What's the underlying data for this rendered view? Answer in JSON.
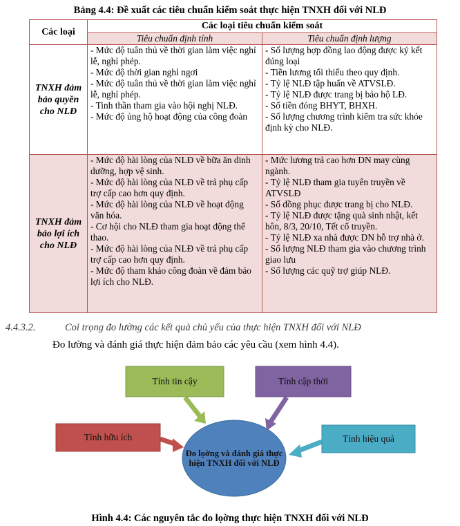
{
  "table": {
    "title": "Bảng 4.4: Đề xuất các tiêu chuẩn kiểm soát thực hiện TNXH đối với NLĐ",
    "col_category": "Các loại",
    "col_group": "Các loại tiêu chuẩn kiểm soát",
    "col_qualitative": "Tiêu chuẩn định tính",
    "col_quantitative": "Tiêu chuẩn định lượng",
    "rows": [
      {
        "category": "TNXH đảm bảo quyền cho NLĐ",
        "qualitative": [
          "- Mức độ tuân thủ về thời gian làm việc nghỉ lễ, nghỉ phép.",
          "- Mức độ thời gian nghỉ ngơi",
          "- Mức độ tuân thủ về thời gian làm việc nghỉ lễ, nghỉ phép.",
          "- Tinh thần tham gia vào hội nghị NLĐ.",
          "- Mức độ ủng hộ hoạt động của công đoàn"
        ],
        "quantitative": [
          "- Số lượng hợp đồng lao động được ký kết đúng loại",
          "- Tiền lương tối thiểu theo quy định.",
          "- Tỷ lệ NLĐ tập huấn về ATVSLĐ.",
          "- Tỷ lệ NLĐ được trang bị bảo hộ LĐ.",
          "- Số tiền đóng BHYT, BHXH.",
          "- Số lượng chương trình kiểm tra sức khỏe định kỳ cho NLĐ."
        ]
      },
      {
        "category": "TNXH đảm bảo lợi ích cho NLĐ",
        "qualitative": [
          "- Mức độ hài lòng của NLĐ về bữa ăn dinh dưỡng, hợp vệ sinh.",
          "- Mức độ hài lòng của NLĐ về trả phụ cấp trợ cấp cao hơn quy định.",
          "- Mức độ hài lòng của NLĐ về hoạt động văn hóa.",
          "- Cơ hội cho NLĐ tham gia hoạt động thể thao.",
          "- Mức độ hài lòng của NLĐ về trả phụ cấp trợ cấp cao hơn quy định.",
          "- Mức độ tham khảo công đoàn về đảm bảo lợi ích cho NLĐ."
        ],
        "quantitative": [
          "- Mức lương trả cao hơn DN may cùng ngành.",
          "- Tỷ lệ NLĐ tham gia tuyên truyền về ATVSLĐ",
          "- Số đồng phục được trang bị cho NLĐ.",
          "- Tỷ lệ NLĐ được tặng quà sinh nhật, kết hôn, 8/3, 20/10, Tết cổ truyền.",
          "- Tỷ lệ NLĐ xa nhà được DN hỗ trợ nhà ở.",
          "- Số lượng NLĐ tham gia vào chương trình giao lưu",
          "- Số lượng các quỹ trợ giúp NLĐ."
        ]
      }
    ]
  },
  "section": {
    "number": "4.4.3.2.",
    "title": "Coi trọng đo lường các kết quả chủ yếu của thực hiện TNXH đối với NLĐ"
  },
  "paragraph": "Đo lường và đánh giá thực hiện đảm bảo các yêu cầu (xem hình 4.4).",
  "diagram": {
    "center": "Đo lọờng và đánh giá thực hiện TNXH đối với NLĐ",
    "boxes": {
      "reliable": "Tính tin cậy",
      "timely": "Tính cập thời",
      "useful": "Tính hữu ích",
      "effective": "Tính hiệu quả"
    },
    "colors": {
      "green": "#9bbb59",
      "purple": "#8064a2",
      "red": "#c0504d",
      "teal": "#4bacc6",
      "blue": "#4f81bd"
    }
  },
  "figure_caption": "Hình 4.4: Các nguyên tắc đo lọờng thực hiện TNXH đối với NLĐ"
}
